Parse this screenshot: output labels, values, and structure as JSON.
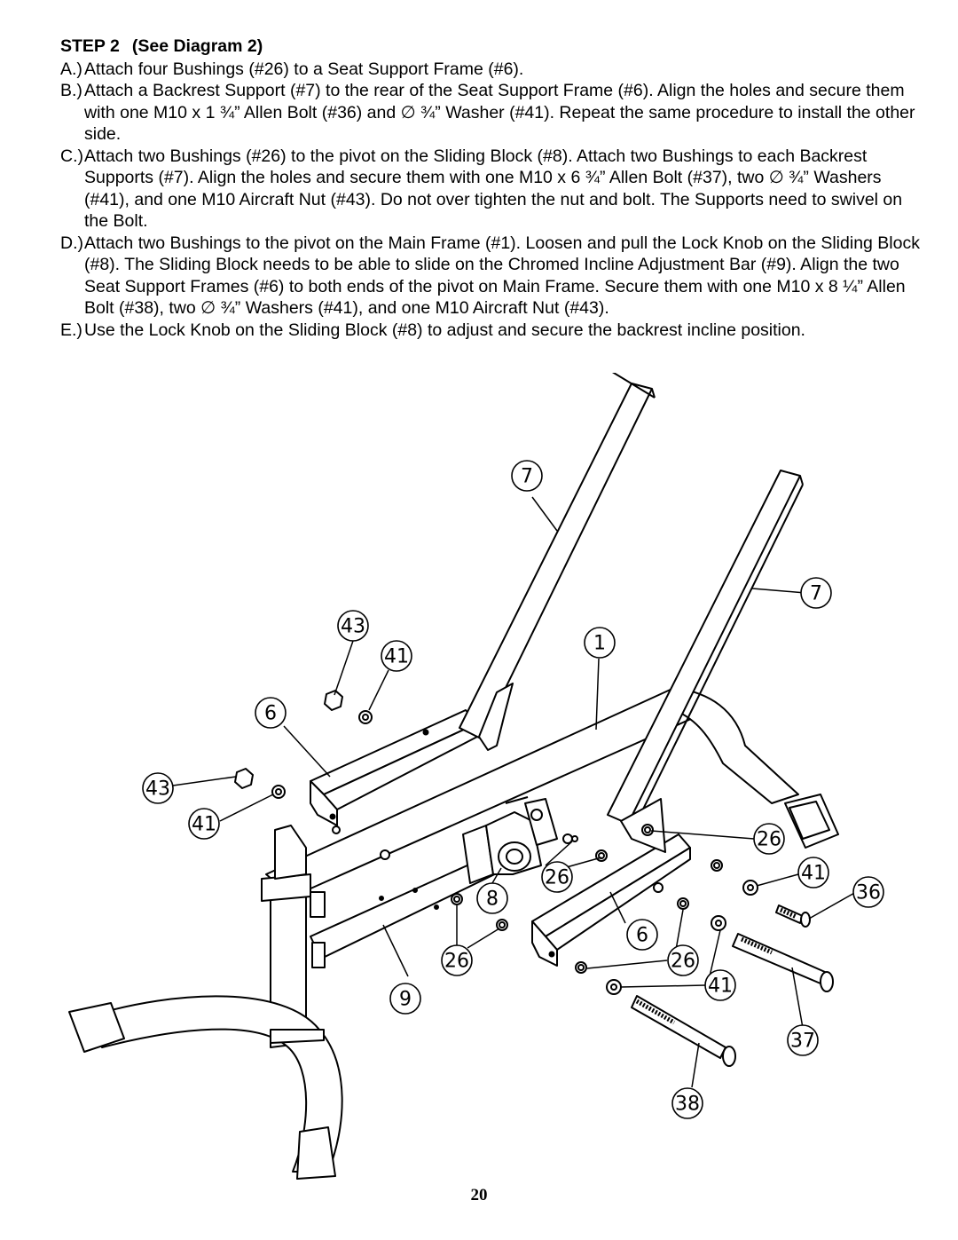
{
  "heading": {
    "step": "STEP 2",
    "ref": "(See Diagram 2)"
  },
  "items": [
    {
      "label": "A.)",
      "text": "Attach four Bushings (#26) to a Seat Support Frame (#6)."
    },
    {
      "label": "B.)",
      "text": "Attach a Backrest Support (#7) to the rear of the Seat Support Frame (#6). Align the holes and secure them with one M10 x 1 ¾” Allen Bolt (#36) and ∅ ¾” Washer (#41).  Repeat the same procedure to install the other side."
    },
    {
      "label": "C.)",
      "text": "Attach two Bushings (#26) to the pivot on the Sliding Block (#8). Attach two Bushings to each Backrest Supports (#7).  Align the holes and secure them with one M10 x 6 ¾” Allen Bolt (#37), two ∅ ¾” Washers (#41), and one M10 Aircraft Nut (#43).  Do not over tighten the nut and bolt.  The Supports need to swivel on the Bolt."
    },
    {
      "label": "D.)",
      "text": "Attach two Bushings to the pivot on the Main Frame (#1).  Loosen and pull the Lock Knob on the Sliding Block (#8).  The Sliding Block needs to be able to slide on the Chromed Incline Adjustment Bar (#9).  Align the two Seat Support Frames (#6) to both ends of the pivot on Main Frame.  Secure them with one M10 x 8 ¼” Allen Bolt (#38), two ∅ ¾” Washers (#41), and one M10 Aircraft Nut (#43)."
    },
    {
      "label": "E.)",
      "text": "Use the Lock Knob on the Sliding Block (#8) to adjust and secure the backrest incline position."
    }
  ],
  "callouts": {
    "c7a": "7",
    "c7b": "7",
    "c43a": "43",
    "c41a": "41",
    "c1": "1",
    "c6a": "6",
    "c43b": "43",
    "c41b": "41",
    "c26a": "26",
    "c41c": "41",
    "c36": "36",
    "c26b": "26",
    "c8": "8",
    "c6b": "6",
    "c26c": "26",
    "c26d": "26",
    "c41d": "41",
    "c9": "9",
    "c37": "37",
    "c38": "38"
  },
  "page_number": "20"
}
